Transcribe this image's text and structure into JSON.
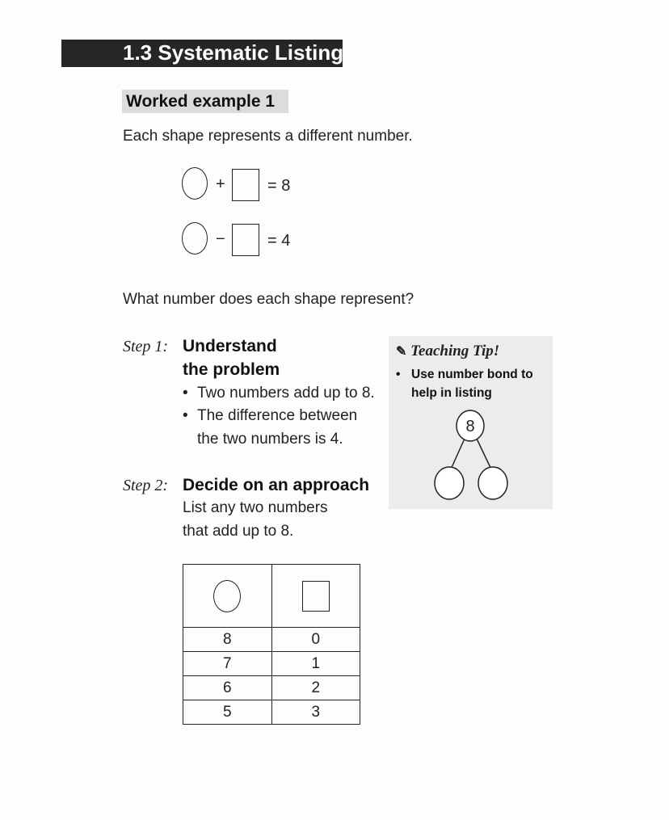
{
  "section": {
    "title": "1.3 Systematic Listing"
  },
  "worked_example": {
    "label": "Worked example 1"
  },
  "intro": "Each shape represents a different number.",
  "equations": [
    {
      "operator": "+",
      "result": "= 8"
    },
    {
      "operator": "−",
      "result": "= 4"
    }
  ],
  "question": "What number does each shape represent?",
  "step1": {
    "label": "Step 1:",
    "heading_line1": "Understand",
    "heading_line2": "the problem",
    "bullets": [
      "Two numbers add up to 8.",
      "The difference between",
      "the two numbers is 4."
    ]
  },
  "step2": {
    "label": "Step 2:",
    "heading": "Decide on an approach",
    "text_line1": "List any two numbers",
    "text_line2": "that add up to 8."
  },
  "teaching_tip": {
    "title": "Teaching Tip!",
    "text_line1": "Use number bond to",
    "text_line2": "help in listing",
    "bond_top": "8"
  },
  "table": {
    "rows": [
      [
        "8",
        "0"
      ],
      [
        "7",
        "1"
      ],
      [
        "6",
        "2"
      ],
      [
        "5",
        "3"
      ]
    ]
  }
}
